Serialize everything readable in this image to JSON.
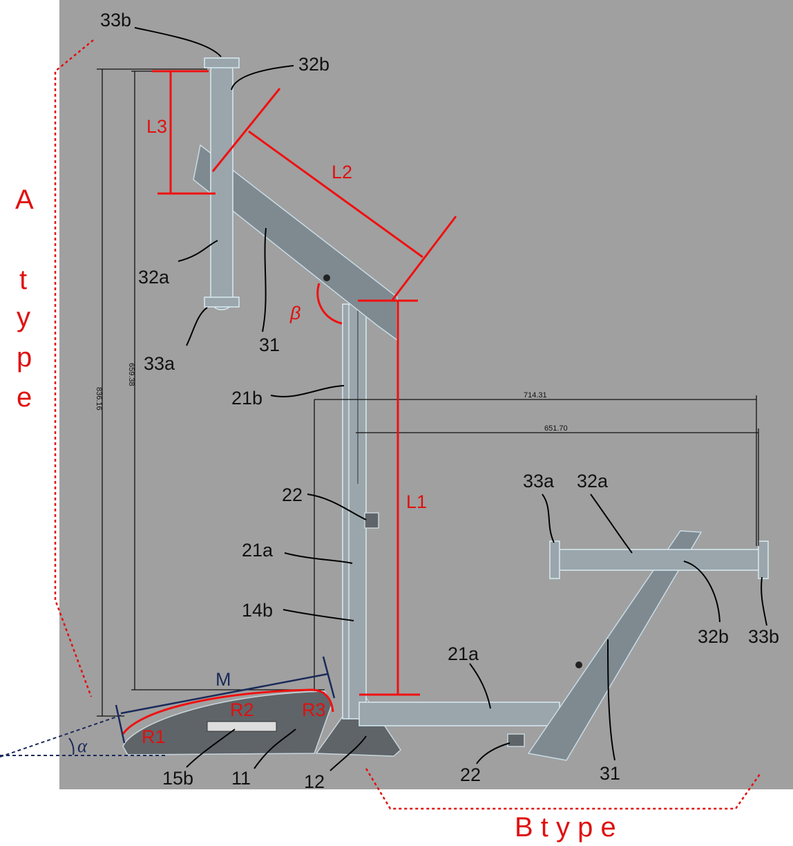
{
  "figure": {
    "group_labels": {
      "a_type": [
        "A",
        "t",
        "y",
        "p",
        "e"
      ],
      "b_type": "B  t y p e"
    },
    "dimension_labels": {
      "L1": "L1",
      "L2": "L2",
      "L3": "L3",
      "M": "M",
      "R1": "R1",
      "R2": "R2",
      "R3": "R3",
      "alpha": "α",
      "beta": "β"
    },
    "measurements": {
      "height_outer": "836.16",
      "height_inner": "659.38",
      "width_outer": "714.31",
      "width_inner": "651.70"
    },
    "part_labels_a": {
      "p33b": "33b",
      "p32b": "32b",
      "p32a": "32a",
      "p31": "31",
      "p33a": "33a",
      "p21b": "21b",
      "p22": "22",
      "p21a": "21a",
      "p14b": "14b",
      "p15b": "15b",
      "p11": "11",
      "p12": "12"
    },
    "part_labels_b": {
      "p33a": "33a",
      "p32a": "32a",
      "p32b": "32b",
      "p33b": "33b",
      "p21a": "21a",
      "p22": "22",
      "p31": "31"
    },
    "colors": {
      "background": "#a0a0a0",
      "annotation": "#f01010",
      "dimension_m": "#1a2a5a"
    }
  }
}
